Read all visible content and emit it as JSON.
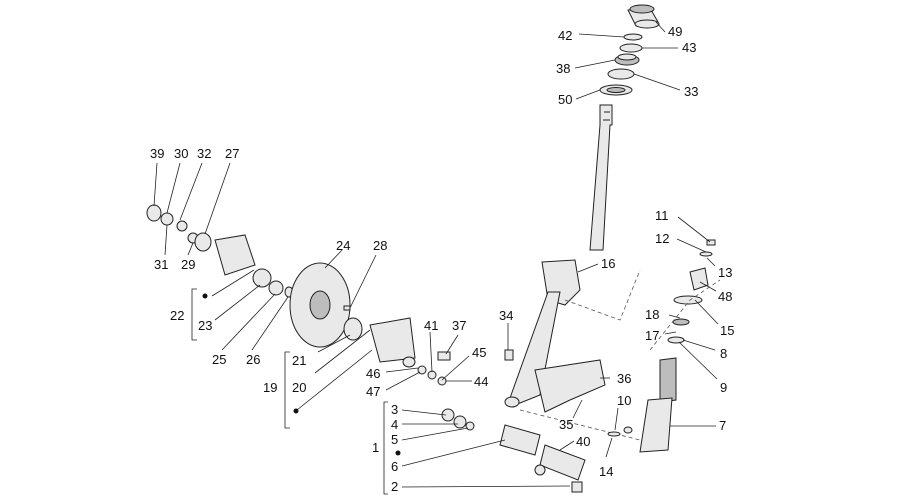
{
  "labels": {
    "l1": "1",
    "l2": "2",
    "l3": "3",
    "l4": "4",
    "l5": "5",
    "l6": "6",
    "l7": "7",
    "l8": "8",
    "l9": "9",
    "l10": "10",
    "l11": "11",
    "l12": "12",
    "l13": "13",
    "l14": "14",
    "l15": "15",
    "l16": "16",
    "l17": "17",
    "l18": "18",
    "l19": "19",
    "l20": "20",
    "l21": "21",
    "l22": "22",
    "l23": "23",
    "l24": "24",
    "l25": "25",
    "l26": "26",
    "l27": "27",
    "l28": "28",
    "l29": "29",
    "l30": "30",
    "l31": "31",
    "l32": "32",
    "l33": "33",
    "l34": "34",
    "l35": "35",
    "l36": "36",
    "l37": "37",
    "l38": "38",
    "l39": "39",
    "l40": "40",
    "l41": "41",
    "l42": "42",
    "l43": "43",
    "l44": "44",
    "l45": "45",
    "l46": "46",
    "l47": "47",
    "l48": "48",
    "l49": "49",
    "l50": "50"
  }
}
